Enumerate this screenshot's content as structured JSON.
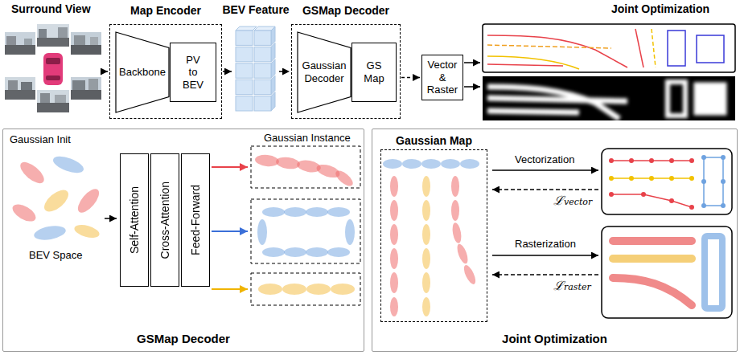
{
  "diagram": {
    "nodes": [
      {
        "text": [
          "Map Encoder"
        ]
      },
      {
        "text": [
          "Backbone"
        ],
        "in": 0
      },
      {
        "text": [
          "PV to BEV"
        ],
        "in": 0
      },
      {
        "text": [
          "BEV Feature"
        ]
      },
      {
        "text": [
          "GSMap Decoder"
        ]
      },
      {
        "text": [
          "Gaussian Decoder"
        ],
        "in": 4
      },
      {
        "text": [
          "GS Map"
        ],
        "in": 4
      },
      {
        "text": [
          "Vector & Raster"
        ]
      },
      {
        "text": [
          "GSMap Decoder"
        ]
      },
      {
        "text": [
          "Self-Attention"
        ],
        "in": 8
      },
      {
        "text": [
          "Cross-Attention"
        ],
        "in": 8
      },
      {
        "text": [
          "Feed-Forward"
        ],
        "in": 8
      },
      {
        "text": [
          "Joint Optimization"
        ]
      },
      {
        "text": [
          "Gaussian Map"
        ],
        "in": 12
      }
    ],
    "edges": [
      {
        "from": 0,
        "to": 3,
        "arrow": "to"
      },
      {
        "from": 3,
        "to": 4,
        "arrow": "to"
      },
      {
        "from": 4,
        "to": 7,
        "arrow": "to"
      }
    ],
    "labels": [
      "Surround View",
      "Joint Optimization",
      "Gaussian Init",
      "BEV Space",
      "Gaussian Instance",
      "Vectorization",
      "ℒvector",
      "Rasterization",
      "ℒraster"
    ]
  }
}
